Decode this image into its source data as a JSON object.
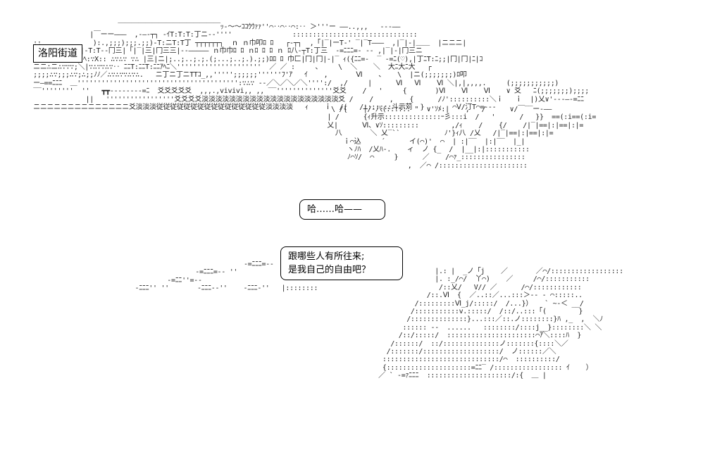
{
  "sign": {
    "text": "洛阳街道"
  },
  "speech": {
    "bubble_1": {
      "line_1": "哈……哈——"
    },
    "bubble_2": {
      "line_1": "跟哪些人有所往来;",
      "line_2": "是我自己的自由吧？"
    }
  },
  "colors": {
    "ink": "#000000",
    "background": "#ffffff"
  }
}
